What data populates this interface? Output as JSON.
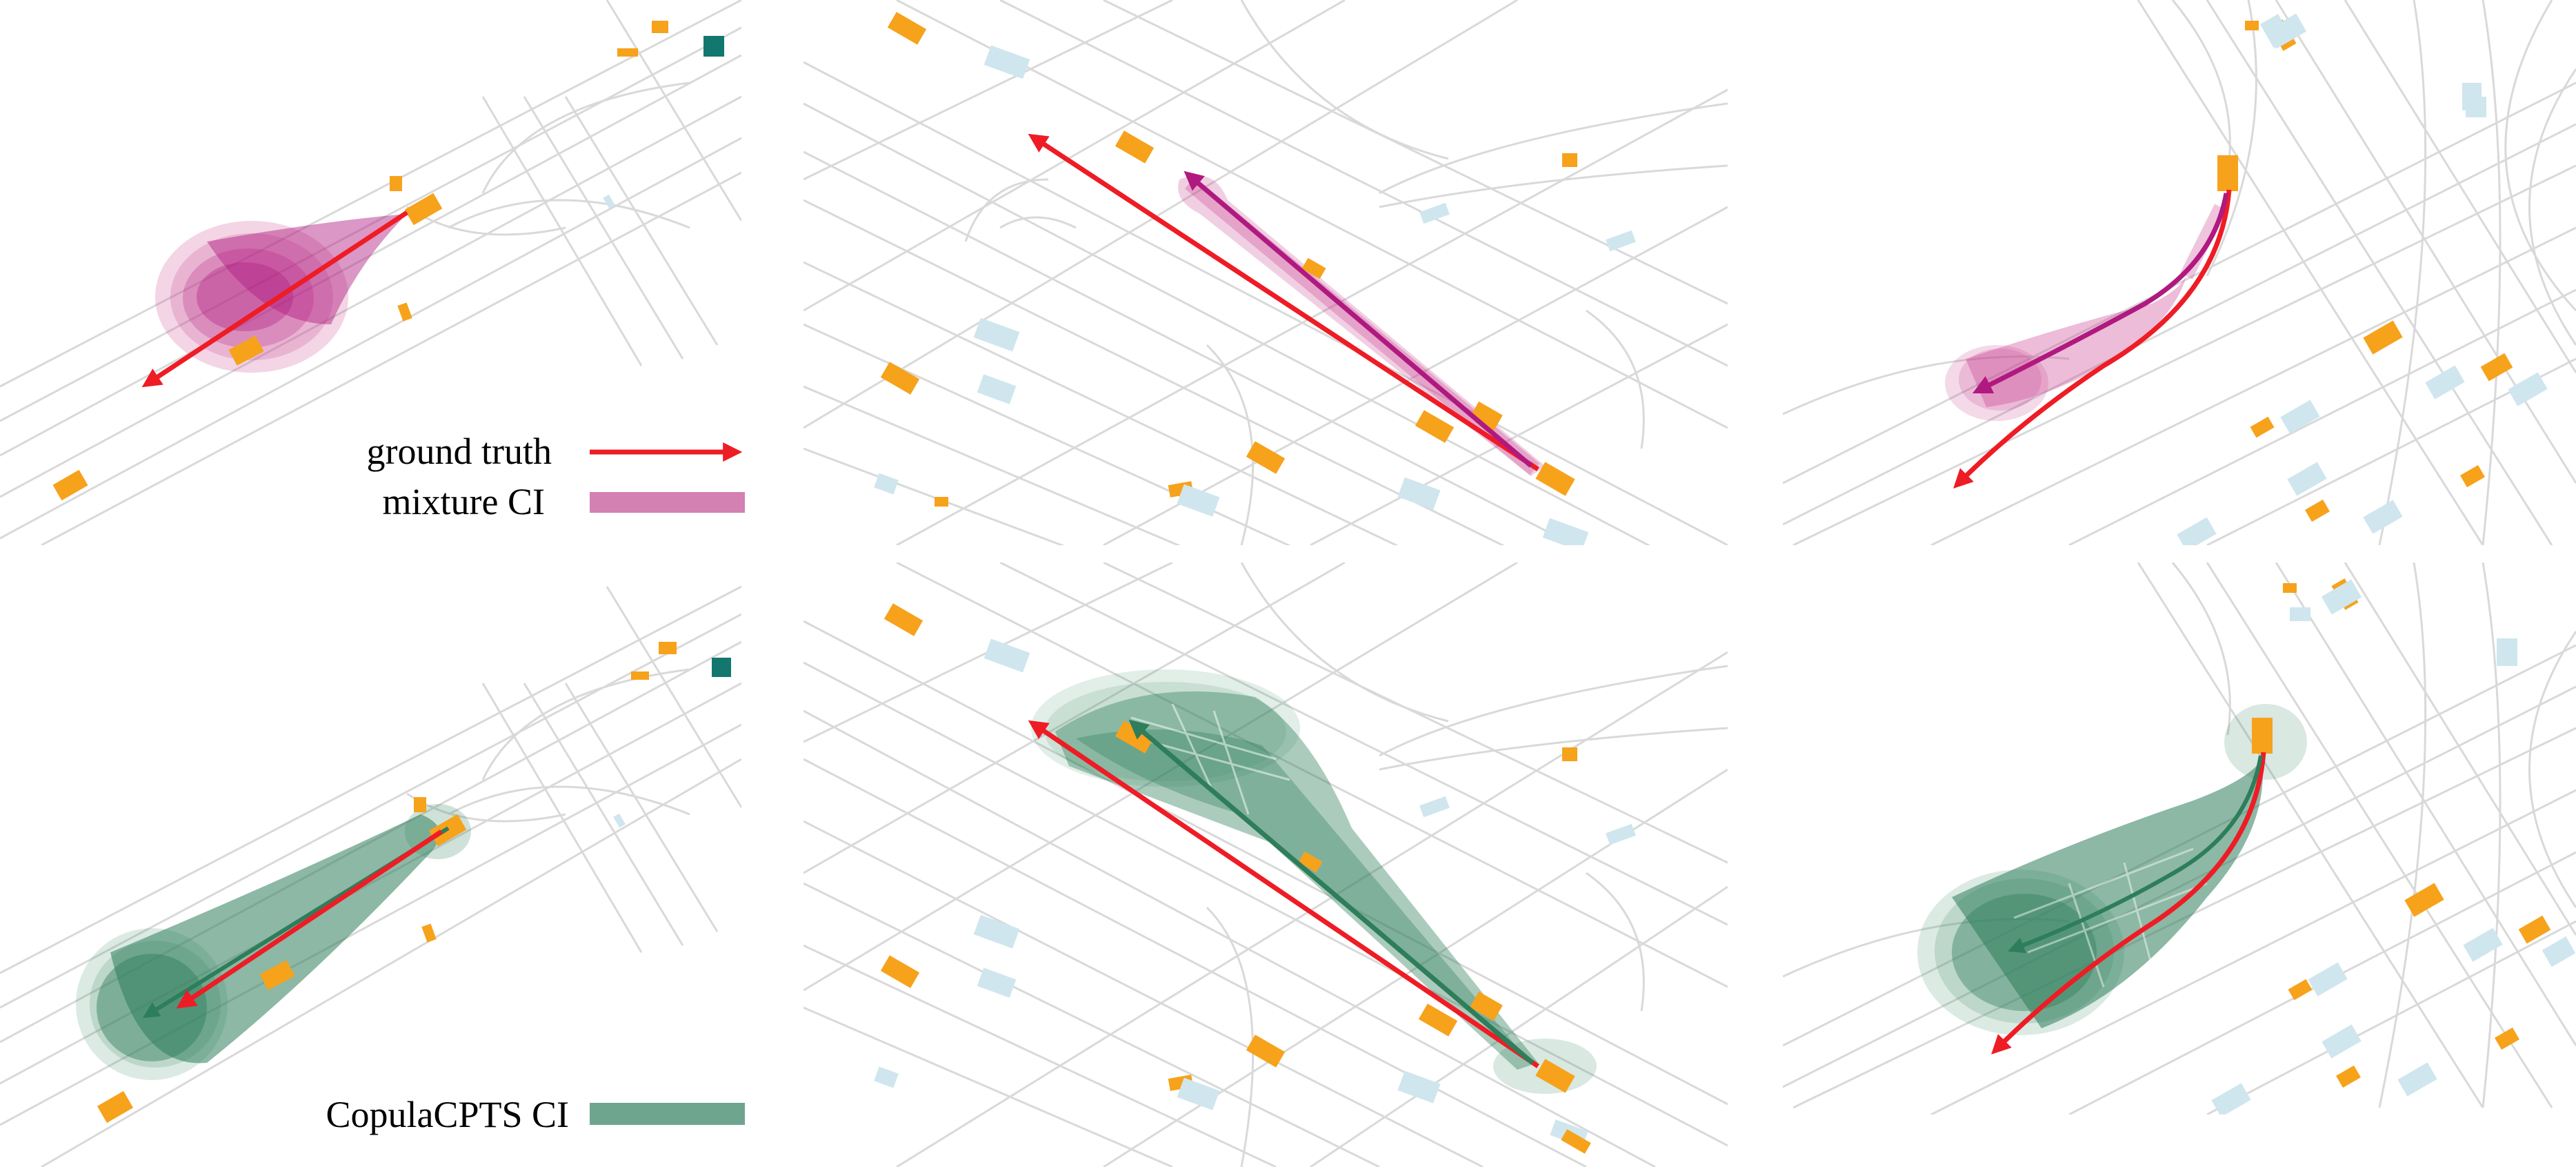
{
  "legend": {
    "ground_truth": "ground truth",
    "mixture_ci": "mixture CI",
    "copula_ci": "CopulaCPTS CI"
  },
  "colors": {
    "ground_truth": "#ee1c25",
    "mixture": "#b0197f",
    "mixture_fill": "#c9408f",
    "copula": "#2e7d5b",
    "copula_fill": "#3f8a68",
    "car": "#f7a21b",
    "car_light": "#cfe6ee",
    "road": "#d9d9d9",
    "ego_marker": "#12776e"
  }
}
